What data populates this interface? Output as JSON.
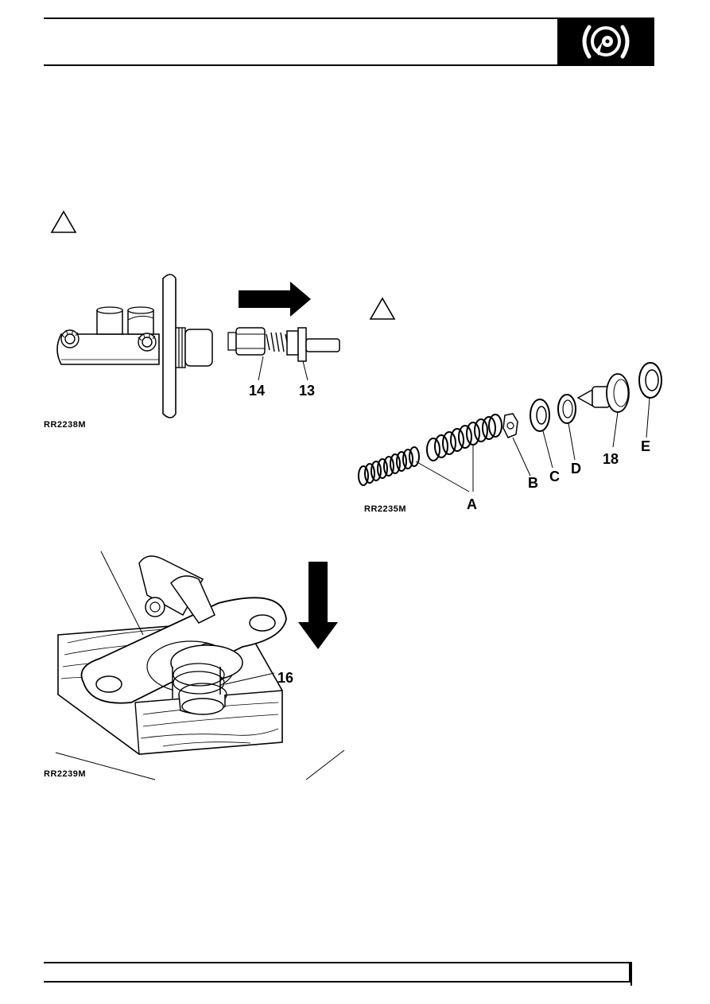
{
  "section_icon": "brake-disc-icon",
  "colors": {
    "ink": "#000000",
    "paper": "#ffffff"
  },
  "figures": {
    "fig1": {
      "id": "RR2238M",
      "callouts": [
        "14",
        "13"
      ]
    },
    "fig2": {
      "id": "RR2235M",
      "callouts": [
        "A",
        "B",
        "C",
        "D",
        "18",
        "E"
      ]
    },
    "fig3": {
      "id": "RR2239M",
      "callouts": [
        "16"
      ]
    }
  }
}
